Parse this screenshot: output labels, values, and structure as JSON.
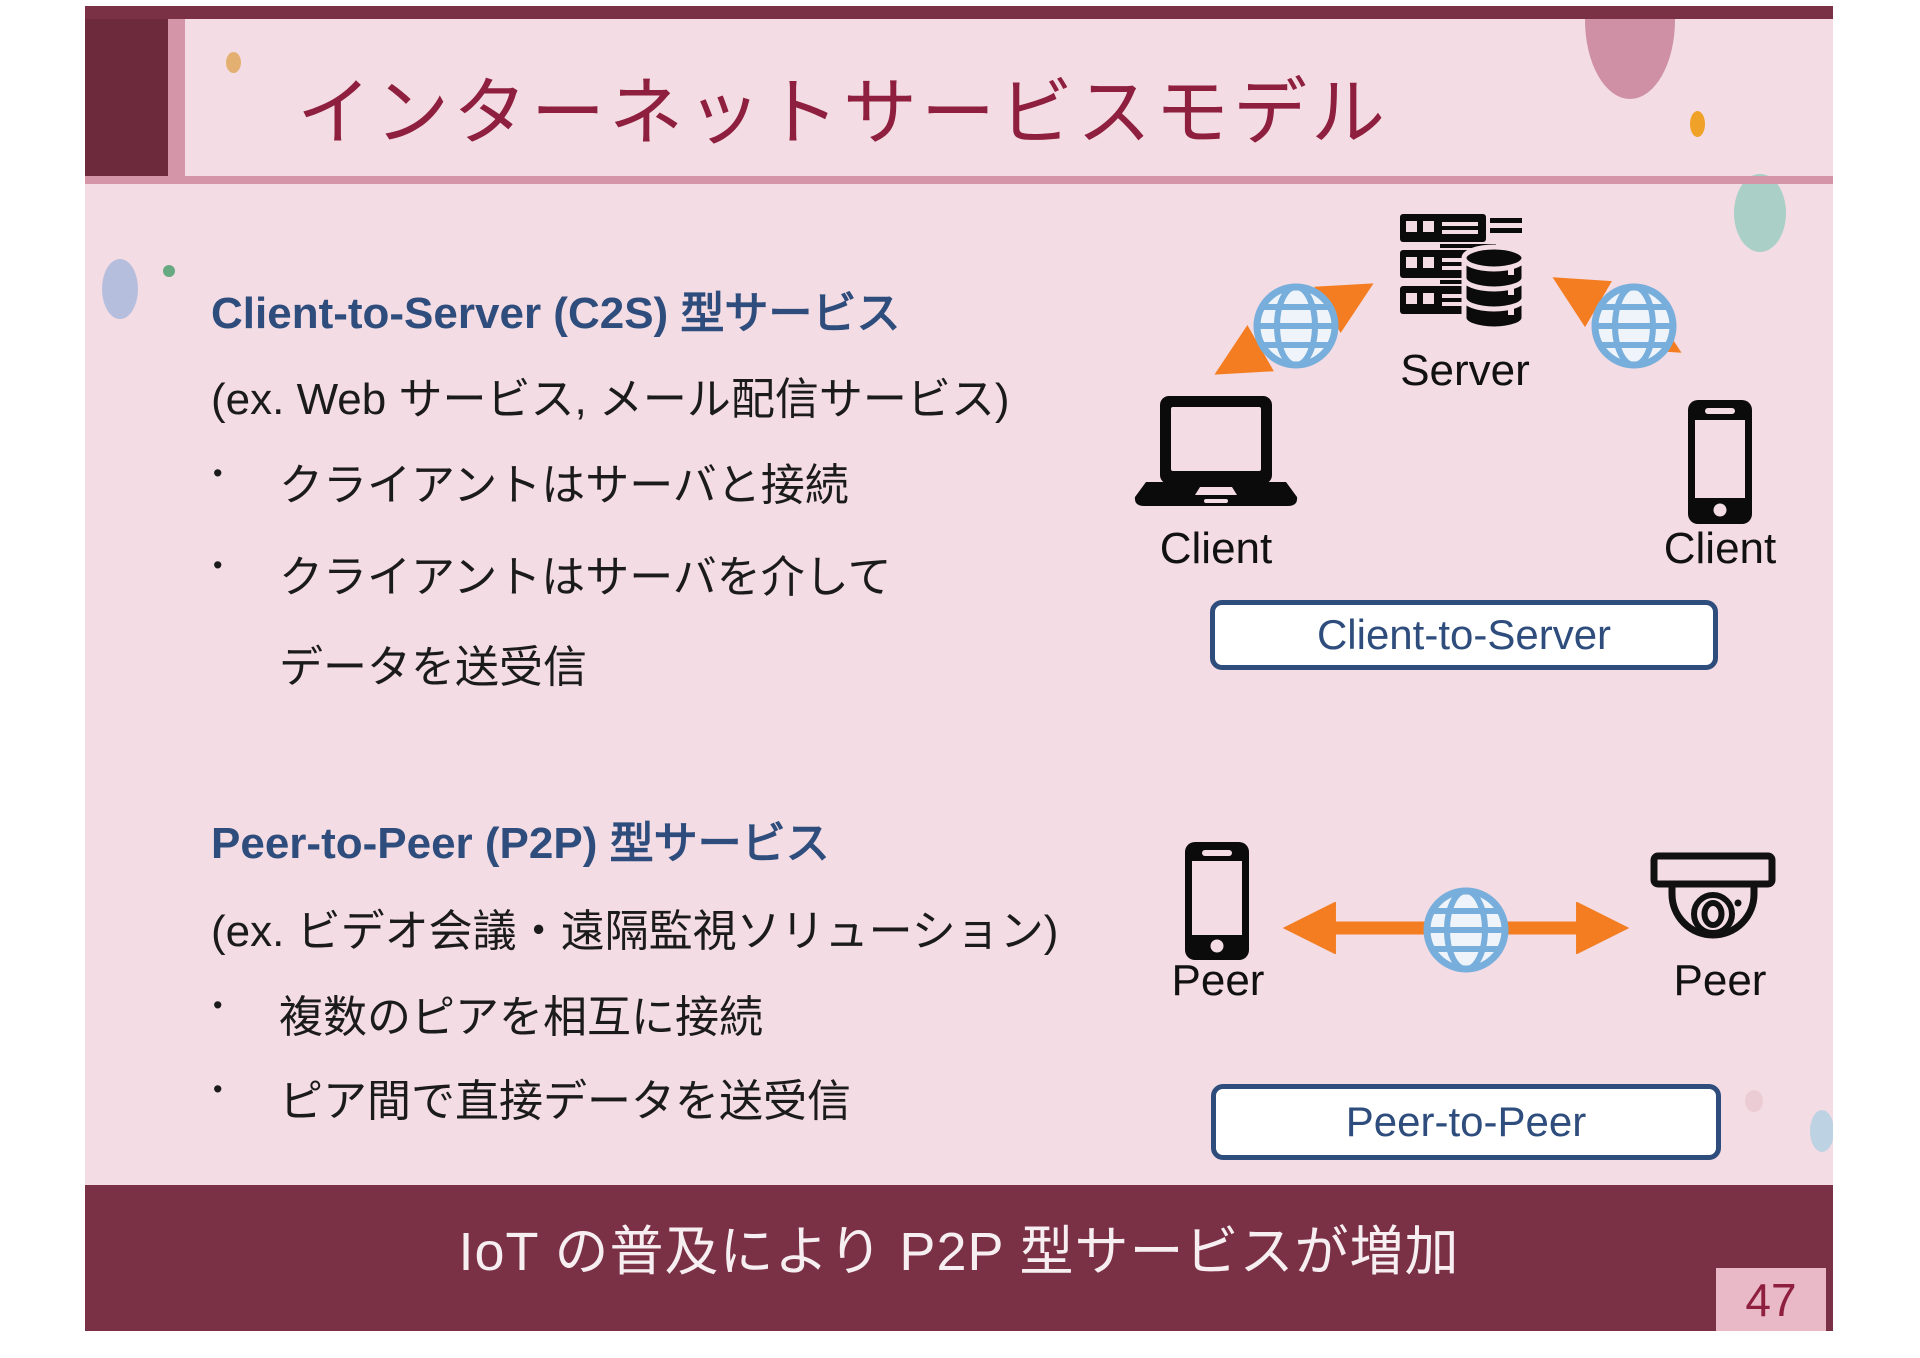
{
  "slide": {
    "title": "インターネットサービスモデル",
    "footer_text": "IoT の普及により P2P 型サービスが増加",
    "page_number": "47",
    "bullet_marker": "•"
  },
  "sections": {
    "c2s": {
      "heading": "Client-to-Server (C2S) 型サービス",
      "example": "(ex. Web サービス, メール配信サービス)",
      "bullets": [
        "クライアントはサーバと接続",
        "クライアントはサーバを介して",
        "データを送受信"
      ]
    },
    "p2p": {
      "heading": "Peer-to-Peer (P2P) 型サービス",
      "example": "(ex. ビデオ会議・遠隔監視ソリューション)",
      "bullets": [
        "複数のピアを相互に接続",
        "ピア間で直接データを送受信"
      ]
    }
  },
  "diagrams": {
    "c2s": {
      "server_label": "Server",
      "client_left_label": "Client",
      "client_right_label": "Client",
      "box_label": "Client-to-Server"
    },
    "p2p": {
      "peer_left_label": "Peer",
      "peer_right_label": "Peer",
      "box_label": "Peer-to-Peer"
    }
  },
  "colors": {
    "slide_background": "#f3dce3",
    "maroon_dark": "#7a3045",
    "title_maroon": "#8e1f3e",
    "rose": "#d495a9",
    "navy": "#2e4d7d",
    "orange": "#f47d21",
    "globe_blue": "#78aedb"
  }
}
